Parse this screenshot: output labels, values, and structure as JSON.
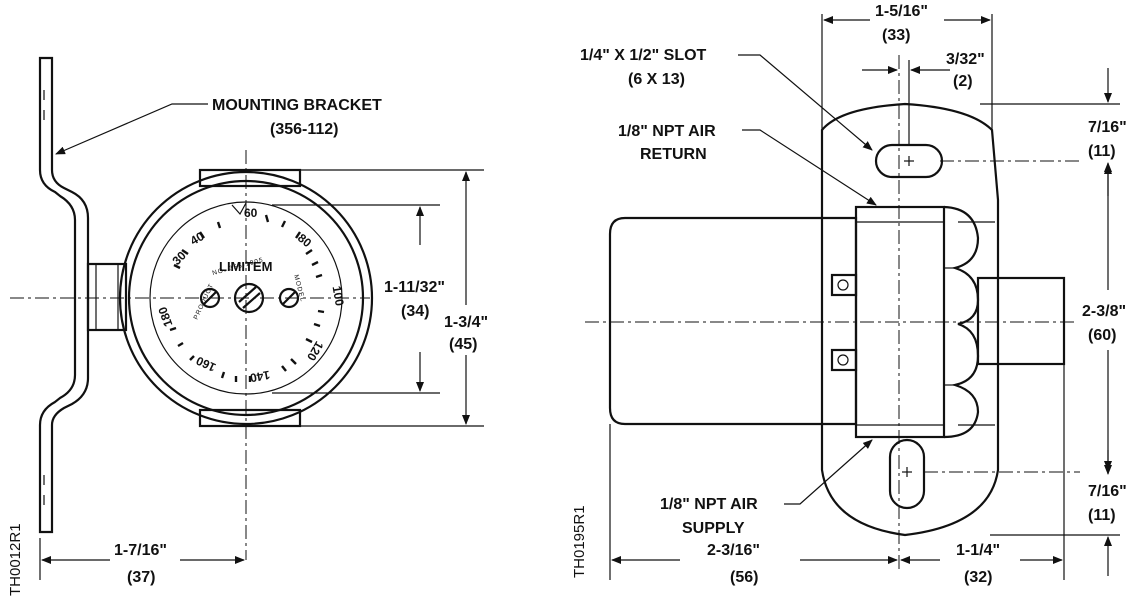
{
  "left_view": {
    "bracket_label": "MOUNTING BRACKET",
    "bracket_part": "(356-112)",
    "dim_inner_in": "1-11/32\"",
    "dim_inner_mm": "(34)",
    "dim_outer_in": "1-3/4\"",
    "dim_outer_mm": "(45)",
    "dim_bottom_in": "1-7/16\"",
    "dim_bottom_mm": "(37)",
    "drawing_no": "TH0012R1",
    "dial": {
      "brand": "LIMITEM",
      "product_text": "PRODUCT",
      "number_text": "NO. 356-1005",
      "model_text": "MODEL",
      "scale": [
        "30",
        "40",
        "60",
        "80",
        "100",
        "120",
        "140",
        "160",
        "180"
      ]
    }
  },
  "right_view": {
    "slot_label": "1/4\" X 1/2\" SLOT",
    "slot_mm": "(6 X 13)",
    "return_label_1": "1/8\" NPT AIR",
    "return_label_2": "RETURN",
    "supply_label_1": "1/8\" NPT AIR",
    "supply_label_2": "SUPPLY",
    "dim_top_in": "1-5/16\"",
    "dim_top_mm": "(33)",
    "dim_small_in": "3/32\"",
    "dim_small_mm": "(2)",
    "dim_right_top_in": "7/16\"",
    "dim_right_top_mm": "(11)",
    "dim_right_mid_in": "2-3/8\"",
    "dim_right_mid_mm": "(60)",
    "dim_right_bot_in": "7/16\"",
    "dim_right_bot_mm": "(11)",
    "dim_bottom_left_in": "2-3/16\"",
    "dim_bottom_left_mm": "(56)",
    "dim_bottom_right_in": "1-1/4\"",
    "dim_bottom_right_mm": "(32)",
    "drawing_no": "TH0195R1"
  }
}
